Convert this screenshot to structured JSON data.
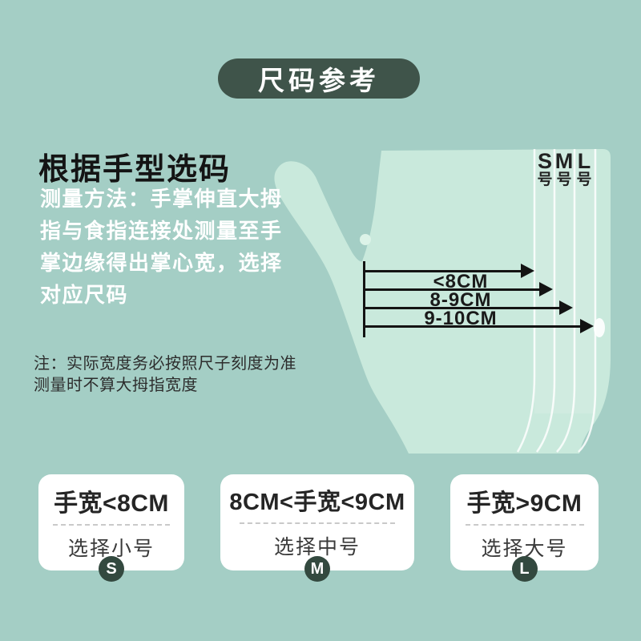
{
  "header": {
    "badge_label": "尺码参考"
  },
  "intro": {
    "title": "根据手型选码",
    "body": "测量方法：手掌伸直大拇\n指与食指连接处测量至手\n掌边缘得出掌心宽，选择\n对应尺码",
    "note": "注：实际宽度务必按照尺子刻度为准\n测量时不算大拇指宽度"
  },
  "diagram": {
    "size_columns": [
      {
        "letter": "S",
        "suffix": "号"
      },
      {
        "letter": "M",
        "suffix": "号"
      },
      {
        "letter": "L",
        "suffix": "号"
      }
    ],
    "arrow_labels": [
      {
        "label": "<8CM"
      },
      {
        "label": "8-9CM"
      },
      {
        "label": "9-10CM"
      }
    ]
  },
  "size_cards": [
    {
      "range": "手宽<8CM",
      "advice": "选择小号",
      "badge": "S"
    },
    {
      "range": "8CM<手宽<9CM",
      "advice": "选择中号",
      "badge": "M"
    },
    {
      "range": "手宽>9CM",
      "advice": "选择大号",
      "badge": "L"
    }
  ],
  "colors": {
    "background": "#a4cec5",
    "badge_bg": "#3f544a",
    "glove_fill": "#c9e9dc",
    "glove_dot": "#dcf3e8",
    "accent_dark": "#33493f",
    "arrow_black": "#131313"
  }
}
